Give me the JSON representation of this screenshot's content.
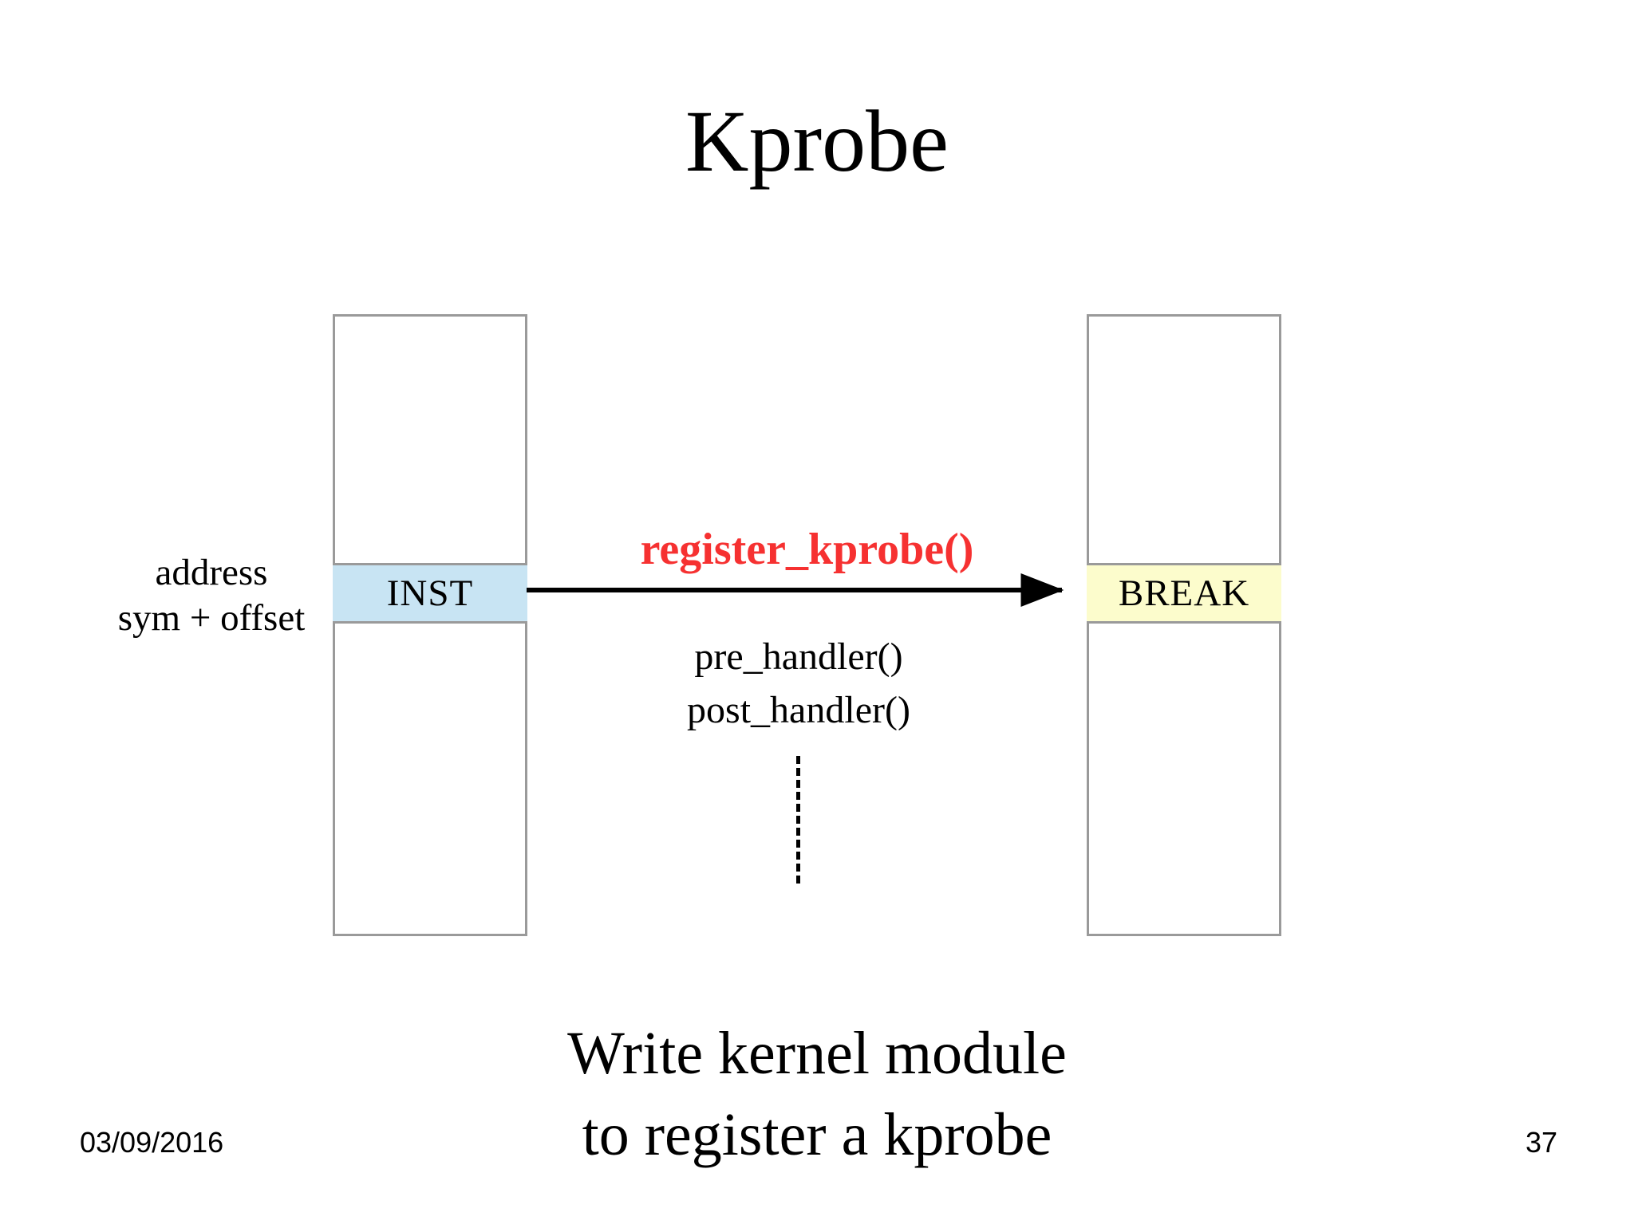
{
  "slide": {
    "title": "Kprobe",
    "footer": {
      "date": "03/09/2016",
      "page_number": "37"
    },
    "caption": {
      "line1": "Write kernel module",
      "line2": "to register a kprobe"
    }
  },
  "diagram": {
    "address_annotation": {
      "line1": "address",
      "line2": "sym + offset"
    },
    "left_column": {
      "slot_label": "INST",
      "slot_fill_color": "#c8e4f3",
      "border_color": "#9a9a9a"
    },
    "right_column": {
      "slot_label": "BREAK",
      "slot_fill_color": "#fcfccc",
      "border_color": "#9a9a9a"
    },
    "transition": {
      "api_call": "register_kprobe()",
      "api_call_color": "#f63131",
      "arrow_color": "#000000",
      "handlers": [
        "pre_handler()",
        "post_handler()"
      ],
      "ellipsis_style": "vertical-dashed"
    }
  }
}
